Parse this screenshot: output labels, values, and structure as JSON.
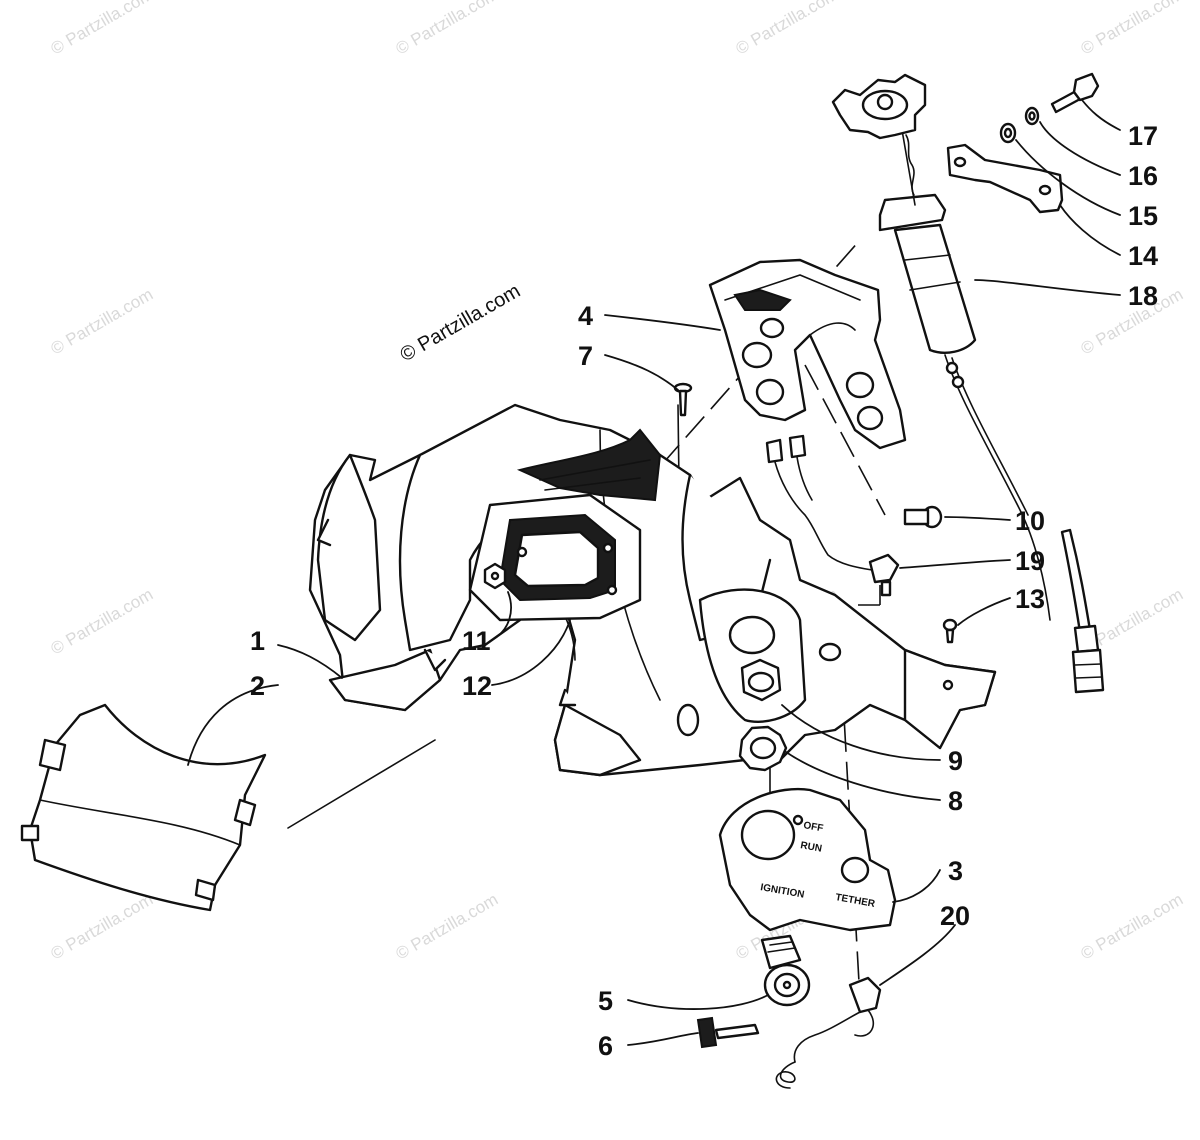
{
  "credit": "© Partzilla.com",
  "watermark": "© Partzilla.com",
  "callouts": [
    {
      "label": "1"
    },
    {
      "label": "2"
    },
    {
      "label": "3"
    },
    {
      "label": "4"
    },
    {
      "label": "5"
    },
    {
      "label": "6"
    },
    {
      "label": "7"
    },
    {
      "label": "8"
    },
    {
      "label": "9"
    },
    {
      "label": "10"
    },
    {
      "label": "11"
    },
    {
      "label": "12"
    },
    {
      "label": "13"
    },
    {
      "label": "14"
    },
    {
      "label": "15"
    },
    {
      "label": "16"
    },
    {
      "label": "17"
    },
    {
      "label": "18"
    },
    {
      "label": "19"
    },
    {
      "label": "20"
    }
  ],
  "plate": {
    "off": "OFF",
    "run": "RUN",
    "ignition": "IGNITION",
    "tether": "TETHER"
  }
}
